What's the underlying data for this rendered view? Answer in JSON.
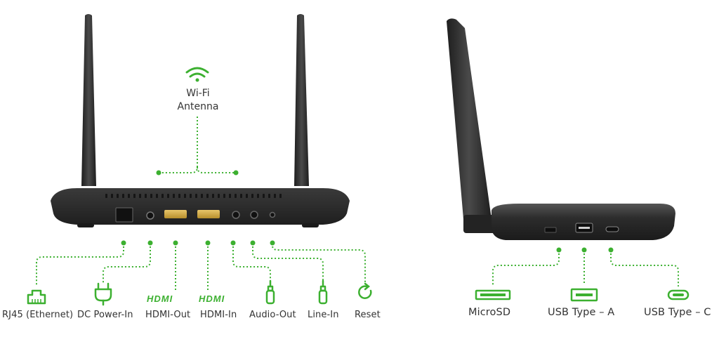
{
  "colors": {
    "accent": "#3cb030",
    "device": "#2b2b2b",
    "text": "#333333"
  },
  "wifi_antenna": {
    "line1": "Wi-Fi",
    "line2": "Antenna",
    "icon": "wifi-icon"
  },
  "back_ports": [
    {
      "label": "RJ45 (Ethernet)",
      "icon": "ethernet-port-icon"
    },
    {
      "label": "DC Power-In",
      "icon": "power-plug-icon"
    },
    {
      "label": "HDMI-Out",
      "icon": "hdmi-logo-icon"
    },
    {
      "label": "HDMI-In",
      "icon": "hdmi-logo-icon"
    },
    {
      "label": "Audio-Out",
      "icon": "audio-jack-icon"
    },
    {
      "label": "Line-In",
      "icon": "audio-jack-icon"
    },
    {
      "label": "Reset",
      "icon": "reset-icon"
    }
  ],
  "side_ports": [
    {
      "label": "MicroSD",
      "icon": "microsd-slot-icon"
    },
    {
      "label": "USB Type – A",
      "icon": "usb-a-icon"
    },
    {
      "label": "USB Type – C",
      "icon": "usb-c-icon"
    }
  ],
  "hdmi_logo_text": "HDMI"
}
